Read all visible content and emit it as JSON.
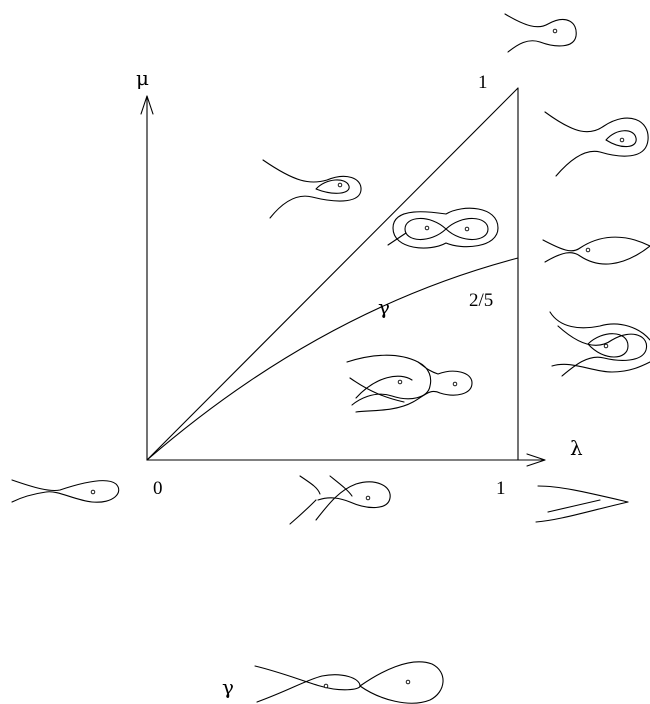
{
  "axes": {
    "y_label": "μ",
    "x_label": "λ",
    "origin_label": "0",
    "x_tick_label": "1",
    "y_tick_label": "1"
  },
  "curves": {
    "gamma_label": "γ",
    "gamma_end_label": "2/5"
  },
  "bottom": {
    "gamma_label": "γ"
  },
  "style": {
    "stroke": "#000000",
    "background": "#ffffff"
  }
}
